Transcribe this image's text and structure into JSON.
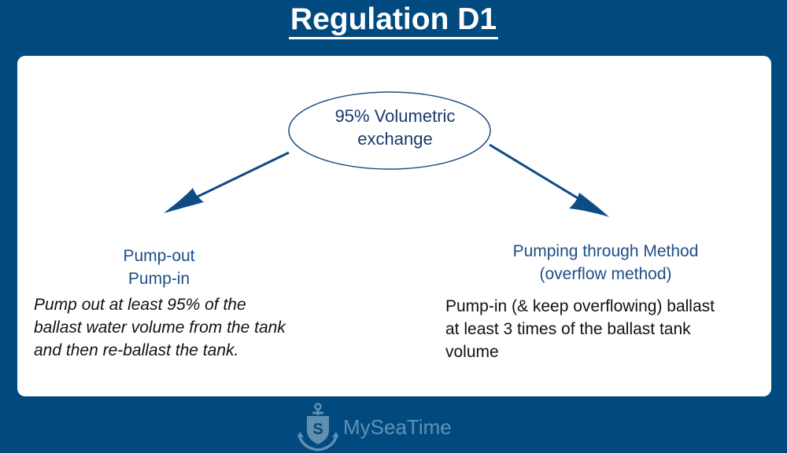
{
  "title": "Regulation D1",
  "center": {
    "lines": [
      "95% Volumetric",
      "exchange"
    ]
  },
  "left_option": {
    "heading": [
      "Pump-out",
      "Pump-in"
    ],
    "description": [
      "Pump out at least 95% of the",
      "ballast water volume from the tank",
      "and then re-ballast the tank."
    ]
  },
  "right_option": {
    "heading": [
      "Pumping through Method",
      "(overflow method)"
    ],
    "description": [
      "Pump-in (& keep overflowing) ballast",
      "at least 3 times of the ballast tank",
      "volume"
    ]
  },
  "logo": {
    "text": "MySeaTime",
    "icon": "anchor-shield-icon"
  },
  "colors": {
    "background": "#004a80",
    "panel": "#ffffff",
    "arrow": "#0f4c86",
    "heading_text": "#1d4e86"
  }
}
